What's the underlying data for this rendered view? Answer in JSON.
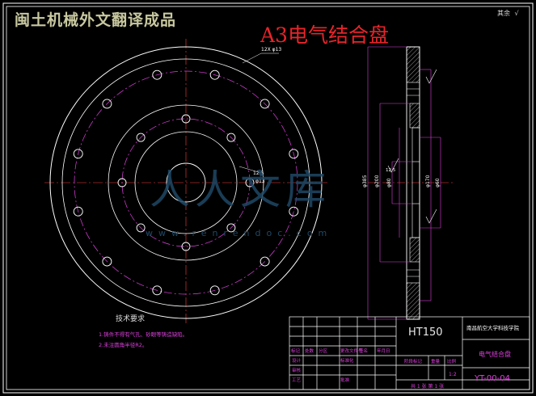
{
  "header": {
    "banner": "闽土机械外文翻译成品",
    "title": "A3电气结合盘",
    "corner_mark": "其余"
  },
  "drawing": {
    "hole_callout": "12X φ13",
    "front_dims": [
      "12.5",
      "φ13"
    ],
    "side_dims": [
      "φ385",
      "φ200",
      "φ80",
      "φ60",
      "φ170",
      "12.5"
    ]
  },
  "notes": {
    "title": "技术要求",
    "lines": [
      "1.铸件不得有气孔、砂眼等铸造缺陷。",
      "2.未注圆角半径R2。"
    ]
  },
  "watermark": {
    "text": "人人文库",
    "url": "www.renrendoc.com"
  },
  "title_block": {
    "material": "HT150",
    "school": "南昌航空大学科技学院",
    "part_name": "电气结合盘",
    "drawing_no": "YT-00-04",
    "scale": "1:2",
    "sheet": "共 1 张 第 1 张",
    "headers": [
      "标记",
      "处数",
      "分区",
      "更改文件号",
      "签名",
      "年月日"
    ],
    "roles": [
      "设计",
      "审核",
      "工艺",
      "批准"
    ],
    "meta_labels": [
      "阶段标记",
      "重量",
      "比例"
    ],
    "std_label": "标准化"
  }
}
